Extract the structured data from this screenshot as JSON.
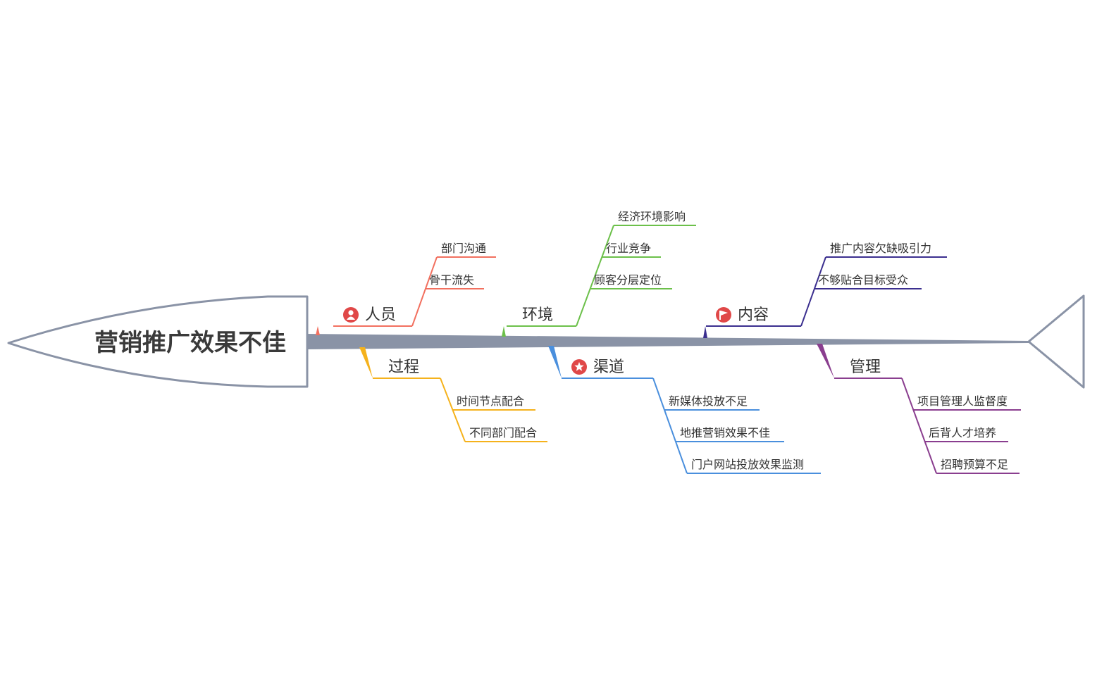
{
  "title": "营销推广效果不佳",
  "categories": [
    {
      "id": "people",
      "label": "人员",
      "color": "#f2705f",
      "icon": "person-icon",
      "icon_color": "#e04848",
      "causes": [
        "部门沟通",
        "骨干流失"
      ]
    },
    {
      "id": "environment",
      "label": "环境",
      "color": "#6cc04a",
      "icon": "",
      "causes": [
        "经济环境影响",
        "行业竞争",
        "顾客分层定位"
      ]
    },
    {
      "id": "content",
      "label": "内容",
      "color": "#3b2f8f",
      "icon": "flag-icon",
      "icon_color": "#e04848",
      "causes": [
        "推广内容欠缺吸引力",
        "不够贴合目标受众"
      ]
    },
    {
      "id": "process",
      "label": "过程",
      "color": "#f5b21c",
      "icon": "",
      "causes": [
        "时间节点配合",
        "不同部门配合"
      ]
    },
    {
      "id": "channel",
      "label": "渠道",
      "color": "#4a8fdd",
      "icon": "star-icon",
      "icon_color": "#e04848",
      "causes": [
        "新媒体投放不足",
        "地推营销效果不佳",
        "门户网站投放效果监测"
      ]
    },
    {
      "id": "management",
      "label": "管理",
      "color": "#8a3e8f",
      "icon": "",
      "causes": [
        "项目管理人监督度",
        "后背人才培养",
        "招聘预算不足"
      ]
    }
  ],
  "spine_color": "#8a93a6",
  "outline_color": "#8a93a6"
}
